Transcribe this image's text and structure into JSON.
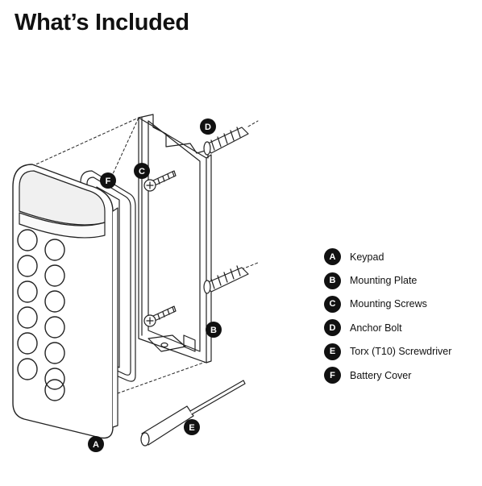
{
  "title": "What’s Included",
  "callouts": [
    "A",
    "B",
    "C",
    "D",
    "E",
    "F"
  ],
  "legend": [
    {
      "letter": "A",
      "label": "Keypad"
    },
    {
      "letter": "B",
      "label": "Mounting Plate"
    },
    {
      "letter": "C",
      "label": "Mounting Screws"
    },
    {
      "letter": "D",
      "label": "Anchor Bolt"
    },
    {
      "letter": "E",
      "label": "Torx (T10) Screwdriver"
    },
    {
      "letter": "F",
      "label": "Battery Cover"
    }
  ]
}
